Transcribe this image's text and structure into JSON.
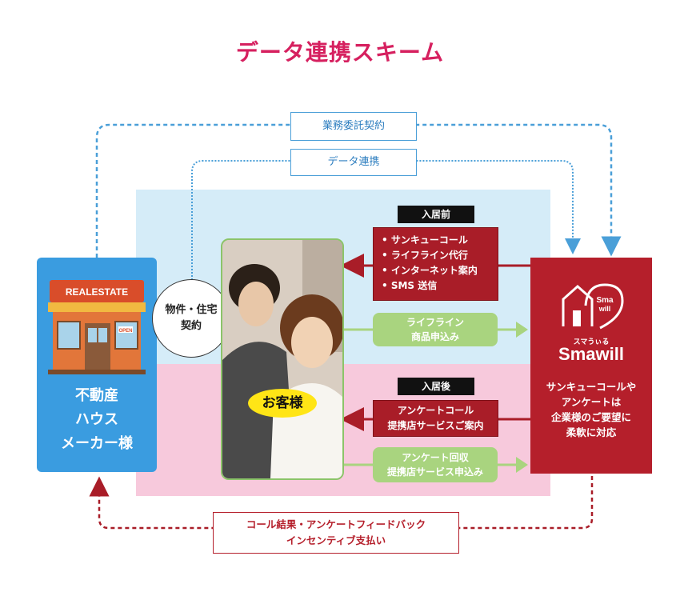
{
  "title": "データ連携スキーム",
  "top_labels": {
    "contract": "業務委託契約",
    "data_link": "データ連携"
  },
  "left_block": {
    "sign": "REALESTATE",
    "open_sign": "OPEN",
    "lines": [
      "不動産",
      "ハウス",
      "メーカー様"
    ]
  },
  "circle": {
    "lines": [
      "物件・住宅",
      "契約"
    ]
  },
  "customer_label": "お客様",
  "before": {
    "label": "入居前",
    "items": [
      "• サンキューコール",
      "• ライフライン代行",
      "• インターネット案内",
      "• SMS 送信"
    ],
    "green_lines": [
      "ライフライン",
      "商品申込み"
    ]
  },
  "after": {
    "label": "入居後",
    "red_lines": [
      "アンケートコール",
      "提携店サービスご案内"
    ],
    "green_lines": [
      "アンケート回収",
      "提携店サービス申込み"
    ]
  },
  "smawill": {
    "logo_small": "Sma",
    "logo_small2": "will",
    "kana": "スマうぃる",
    "brand": "Smawill",
    "lines": [
      "サンキューコールや",
      "アンケートは",
      "企業様のご要望に",
      "柔軟に対応"
    ]
  },
  "bottom_label": {
    "lines": [
      "コール結果・アンケートフィードバック",
      "インセンティブ支払い"
    ]
  },
  "colors": {
    "title": "#d6205f",
    "blue": "#3a9ce0",
    "red": "#b51f2b",
    "green": "#a9d47f",
    "zone_blue": "#d5ecf8",
    "zone_pink": "#f7c9dc"
  }
}
